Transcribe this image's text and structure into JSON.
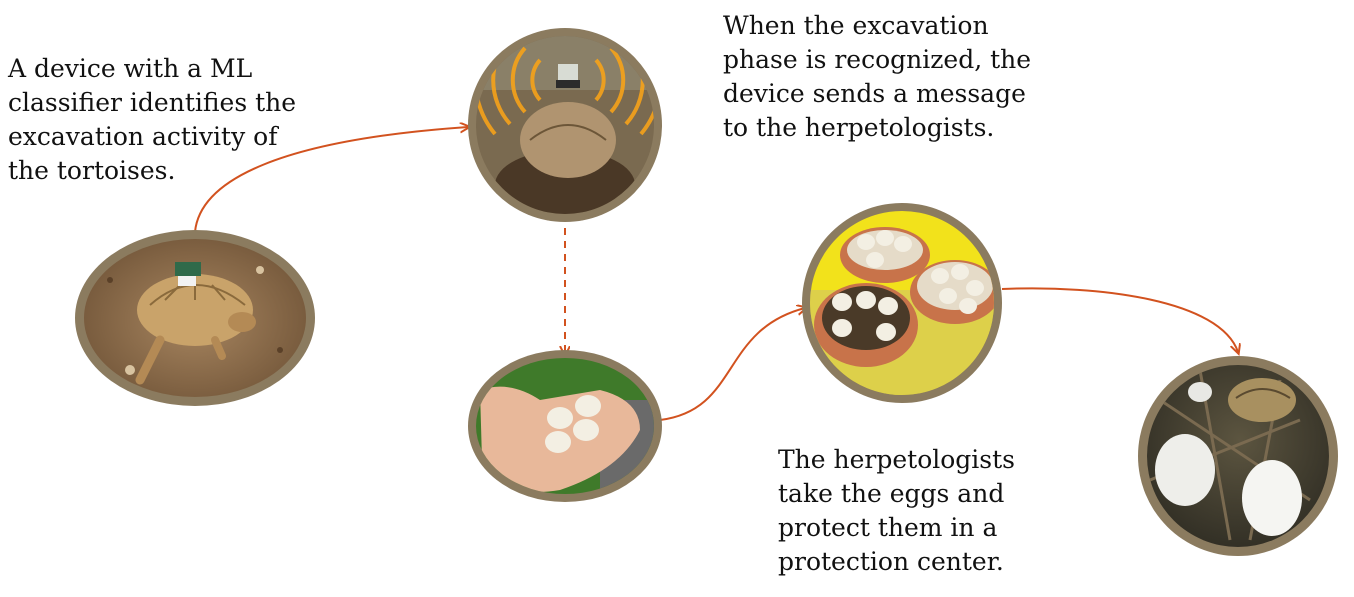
{
  "captions": {
    "step1": "A device with a ML\nclassifier identifies the\nexcavation activity of\nthe tortoises.",
    "step2": "When the excavation\nphase is recognized, the\ndevice sends a message\nto the herpetologists.",
    "step3": "The herpetologists\ntake the eggs and\nprotect them in a\nprotection center."
  },
  "colors": {
    "frame": "#8b7b5f",
    "arrow": "#d2521f",
    "signal": "#f5a21a",
    "soil": "#8a6a48",
    "shell": "#c9a36a",
    "grass": "#3f7a2a",
    "yellow_mat": "#f2e21b",
    "pot": "#c8734a",
    "egg": "#f3efe3"
  },
  "icons": {
    "photo1": "tortoise-with-device-photo",
    "photo2": "tortoise-digging-signal-photo",
    "photo3": "eggs-in-hand-photo",
    "photo4": "eggs-in-pots-photo",
    "photo5": "hatchling-tortoise-photo"
  }
}
